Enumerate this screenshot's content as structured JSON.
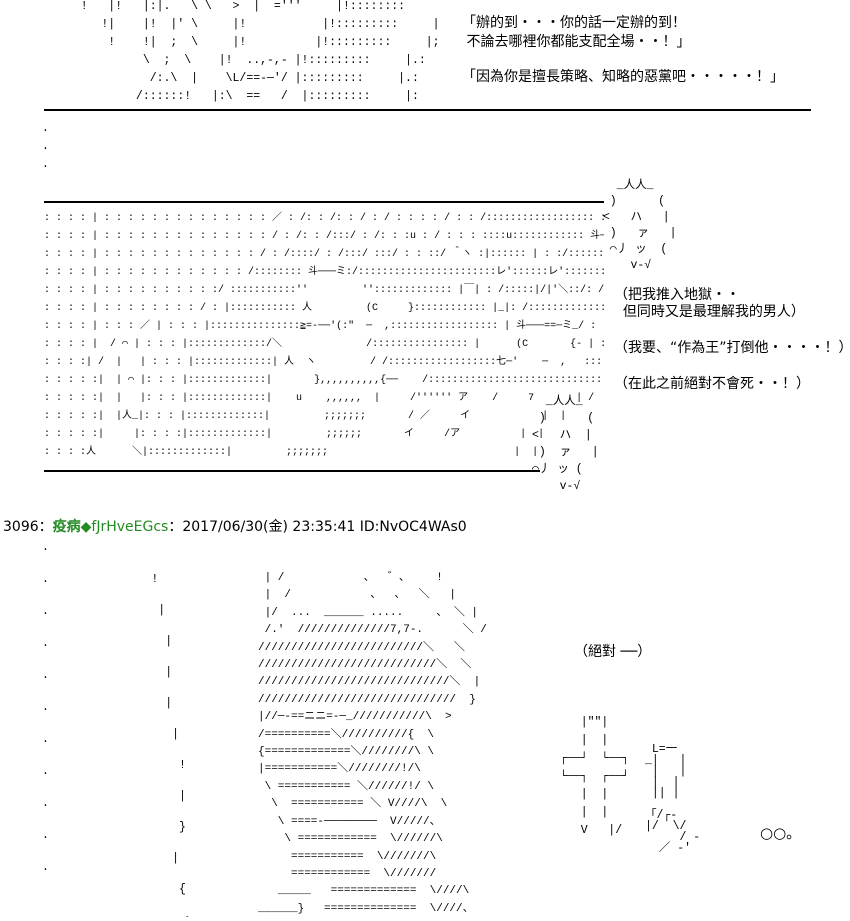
{
  "panel_top": {
    "art_upper": "   !   |!   |:|.   \\ \\   >  |  ='''     |!::::::::     |:::\n      !|    |!  |' \\     |!           |!:::::::::     |.::\n       !    !|  ;  \\     |!          |!:::::::::     |;;\n            \\  ;  \\    |!  ..,-,- |!:::::::::     |.:\n             /:.\\  |    \\L/==-─'/ |:::::::::     |.:\n           /::::::!   |:\\  ==   /  |:::::::::     |:",
    "art_dots": ".\n\n.\n\n.",
    "lines": [
      "「辦的到・・・你的話一定辦的到！",
      " 不論去哪裡你都能支配全場・・！」",
      "",
      "「因為你是擅長策略、知略的惡黨吧・・・・・！」"
    ]
  },
  "panel_mid": {
    "art_scene": ": : : : | : : : : : : : : : : : : : : ／ : /: : /: : / : / : : : : / : : /:::::::::::::::::: : | : : : / ─ ヽ : : : : : :/ |\n: : : : | : : : : : : : : : : : : : : / : /: : /:::/ : /: : :u : / : : : ::::u:::::::::::: 斗─: /:::::: | : : : : /  |\n: : : : | : : : : : : : : : : : : : / : /::::/ : /:::/ :::/ : : ::/ ＾ヽ :|:::::: | : :/:::::: | : / ヽ : : : / : | :|\n: : : : | : : : : : : : : : : : : /:::::::: 斗───ミ:/:::::::::::::::::::::::レ'::::::レ'::::::: | : / :::::::: | : : : / | : : :\n: : : : | : : : : : : : : : :/ :::::::::::''         ''::::::::::::: |￣| : /:::::|/|'＼::/: / : | : | : / :\n: : : : | : : : : : : : : / : |::::::::::: 人         (C     }:::::::::::: |_|: /:::::::::::::: | : | : : | :/ : : :\n: : : : | : : : ／ | : : : |:::::::::::::::≧=-──'(:\"  ─  ,:::::::::::::::::: | 斗───==─ミ_/ : : : : : : :/\n: : : : |  / ⌒ | : : : |:::::::::::::/＼              /:::::::::::::::: |      (C       {- | : : : : : : :\n: : : :| /  |   | : : : |:::::::::::::| 人  ヽ         / /::::::::::::::::::七─'    ─  ,   ::: l : : : : : :/\n: : : : :|  | ⌒ |: : : |:::::::::::::|       },,,,,,,,,,{──    /:::::::::::::::::::::::::::::::::::::::::: ／ |: ハ : :\n: : : : :|  |   |: : : |:::::::::::::|    u    ,,,,,,  |     /'''''' ア    /     7       | /  |\n: : : : :|  |人_|: : : |:::::::::::::|         ;;;;;;;       / ／     イ            |  |\n: : : : :|     |: : : :|:::::::::::::|         ;;;;;;       イ     /ア          |  |\n: : : :人      ＼|:::::::::::::|         ;;;;;;;                               |  |",
    "bubble_top": "   _人人_\n  )      (\n <   ハ   |\n  )   ァ   |\n  ⌒丿 ッ  (\n     v-√",
    "bubble_bottom": "  _人人_\n )      (\n<   ハ  |\n )  ァ   |\n⌒丿 ッ (\n    v-√",
    "lines": [
      "（把我推入地獄・・",
      "  但同時又是最理解我的男人）",
      "",
      "（我要、“作為王”打倒他・・・・！）",
      "",
      "（在此之前絕對不會死・・！）"
    ]
  },
  "post": {
    "number": "3096",
    "separator": "：",
    "name": "疫病",
    "trip": "◆fJrHveEGcs",
    "datetime": "：2017/06/30(金) 23:35:41 ID:NvOC4WAs0"
  },
  "panel_bottom": {
    "art_left": "      !\n\n       |\n\n        |\n\n        |\n\n        |\n\n         |\n\n          !\n\n          |\n\n          }\n\n         |\n\n          {\n\n           >\n           ＼───────\n          ///////////////",
    "art_left_dots": ".\n\n.\n\n.\n\n.\n\n.\n\n.\n\n.\n\n.\n\n.\n\n.\n\n.",
    "art_figure": " | /            、  ゛、    !\n |  /            、  、  ＼   |\n |/  ...  ______ .....     、 ＼ |\n /.'  //////////////7,7-.      ＼ /\n/////////////////////////＼   ＼\n///////////////////////////＼  ＼\n/////////////////////////////＼  |\n//////////////////////////////  }\n|//─-==ニニ=-─_///////////\\  >\n/==========＼//////////{  \\\n{=============＼////////\\ \\\n|===========＼////////!/\\\n \\ =========== ＼//////!/ \\\n  \\  =========== ＼ V////\\  \\\n   \\ ====-────────  V/////、\n    \\ ============  \\//////\\\n     ===========  \\///////\\\n     ============  \\///////\n   _____   =============  \\////\\\n______}   ==============  \\////、",
    "art_kanji": "   |\"\"|\n   |  |\n┌──┘  └──┐\n└──┐  ┌──┘\n   |  |\n   |  |\n   V   |/",
    "art_glyphs": " L=一\n_|   |\n |   |\n |  |\n || |\n\n「/┌-\n|/  \\/\n     / -\n  ／ -'",
    "dots_label": "○○。",
    "line": "（絕對 ──）"
  }
}
